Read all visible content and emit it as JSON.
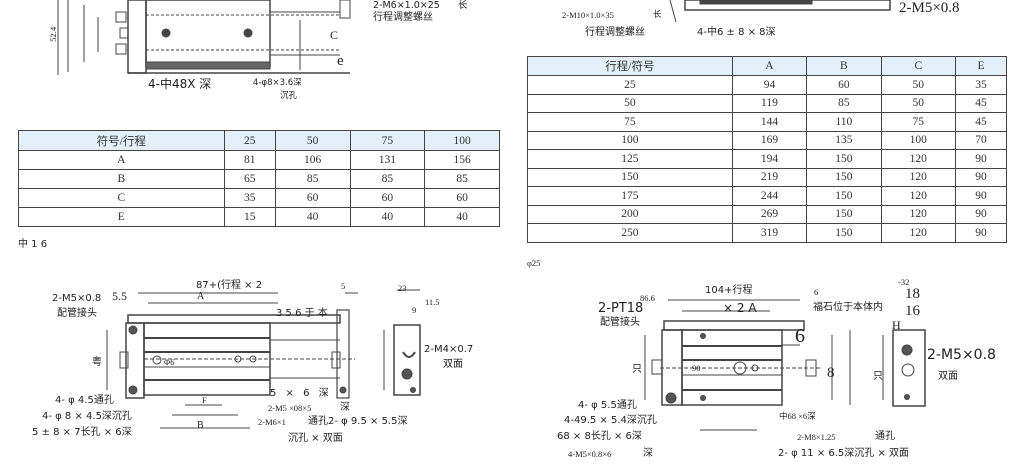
{
  "top_left_drawing": {
    "dim_height": "52.4",
    "screw_spec_partial": "2-M6×1.0×25",
    "screw_len": "长",
    "screw_label": "行程调整螺丝",
    "label_c": "C",
    "label_e": "e",
    "hole_spec_1": "4-中48X 深",
    "hole_spec_2": "4-φ8×3.6深",
    "hole_spec_2b": "沉孔"
  },
  "table_left": {
    "headers": [
      "符号/行程",
      "25",
      "50",
      "75",
      "100"
    ],
    "rows": [
      [
        "A",
        "81",
        "106",
        "131",
        "156"
      ],
      [
        "B",
        "65",
        "85",
        "85",
        "85"
      ],
      [
        "C",
        "35",
        "60",
        "60",
        "60"
      ],
      [
        "E",
        "15",
        "40",
        "40",
        "40"
      ]
    ]
  },
  "section_left_title": "中 1 6",
  "top_right_drawing": {
    "screw_spec": "2-M10×1.0×35",
    "screw_len": "长",
    "screw_label": "行程调整螺丝",
    "hole_spec": "4-中6 ± 8 × 8深",
    "port_spec": "2-M5×0.8"
  },
  "table_right": {
    "headers": [
      "行程/符号",
      "A",
      "B",
      "C",
      "E"
    ],
    "rows": [
      [
        "25",
        "94",
        "60",
        "50",
        "35"
      ],
      [
        "50",
        "119",
        "85",
        "50",
        "45"
      ],
      [
        "75",
        "144",
        "110",
        "75",
        "45"
      ],
      [
        "100",
        "169",
        "135",
        "100",
        "70"
      ],
      [
        "125",
        "194",
        "150",
        "120",
        "90"
      ],
      [
        "150",
        "219",
        "150",
        "120",
        "90"
      ],
      [
        "175",
        "244",
        "150",
        "120",
        "90"
      ],
      [
        "200",
        "269",
        "150",
        "120",
        "90"
      ],
      [
        "250",
        "319",
        "150",
        "120",
        "90"
      ]
    ]
  },
  "section_right_title": "φ25",
  "bottom_left_drawing": {
    "total_len": "87+(行程 × 2",
    "label_a": "A",
    "dim_55": "5.5",
    "port": "2-M5×0.8",
    "port_label": "配管接头",
    "dim_5": "5",
    "note_top": "3 5 6 于 本",
    "dim_23": "23",
    "dim_115": "11.5",
    "dim_9": "9",
    "side_thread": "2-M4×0.7",
    "side_both": "双面",
    "label_side": "粤",
    "dia_6": "Φ6",
    "hole1": "4- φ 4.5通孔",
    "hole2": "4- φ 8 × 4.5深沉孔",
    "hole3": "5 ± 8 × 7长孔 × 6深",
    "depth_note": "5 × 6 深",
    "thread1": "2-M5 ×08×5",
    "thread1_depth": "深",
    "thread2": "2-M6×1",
    "thru": "通孔2- φ 9.5 × 5.5深",
    "counterbore": "沉孔 × 双面",
    "label_b": "B",
    "label_f": "F"
  },
  "bottom_right_drawing": {
    "total_len": "104+行程",
    "times2_a": "× 2  A",
    "dim_866": "86.6",
    "port": "2-PT18",
    "port_label": "配管接头",
    "dim_6_small": "6",
    "magnet_note": "福石位于本体内",
    "dim_6_big": "6",
    "dim_8": "8",
    "label_side1": "只",
    "dim_90": "90",
    "dim_32": "-32",
    "dim_18": "18",
    "dim_16": "16",
    "label_h": "H",
    "side_thread": "2-M5×0.8",
    "side_both": "双面",
    "label_side2": "只",
    "hole1": "4- φ 5.5通孔",
    "hole2": "4-49.5 × 5.4深沉孔",
    "hole3": "68 × 8长孔 × 6深",
    "hole4": "4-M5×0.8×6",
    "hole4_depth": "深",
    "center_hole": "中68 ×6深",
    "thread": "2-M8×1.25",
    "thread_thru": "通孔",
    "counterbore": "2- φ 11 × 6.5深沉孔 × 双面"
  }
}
